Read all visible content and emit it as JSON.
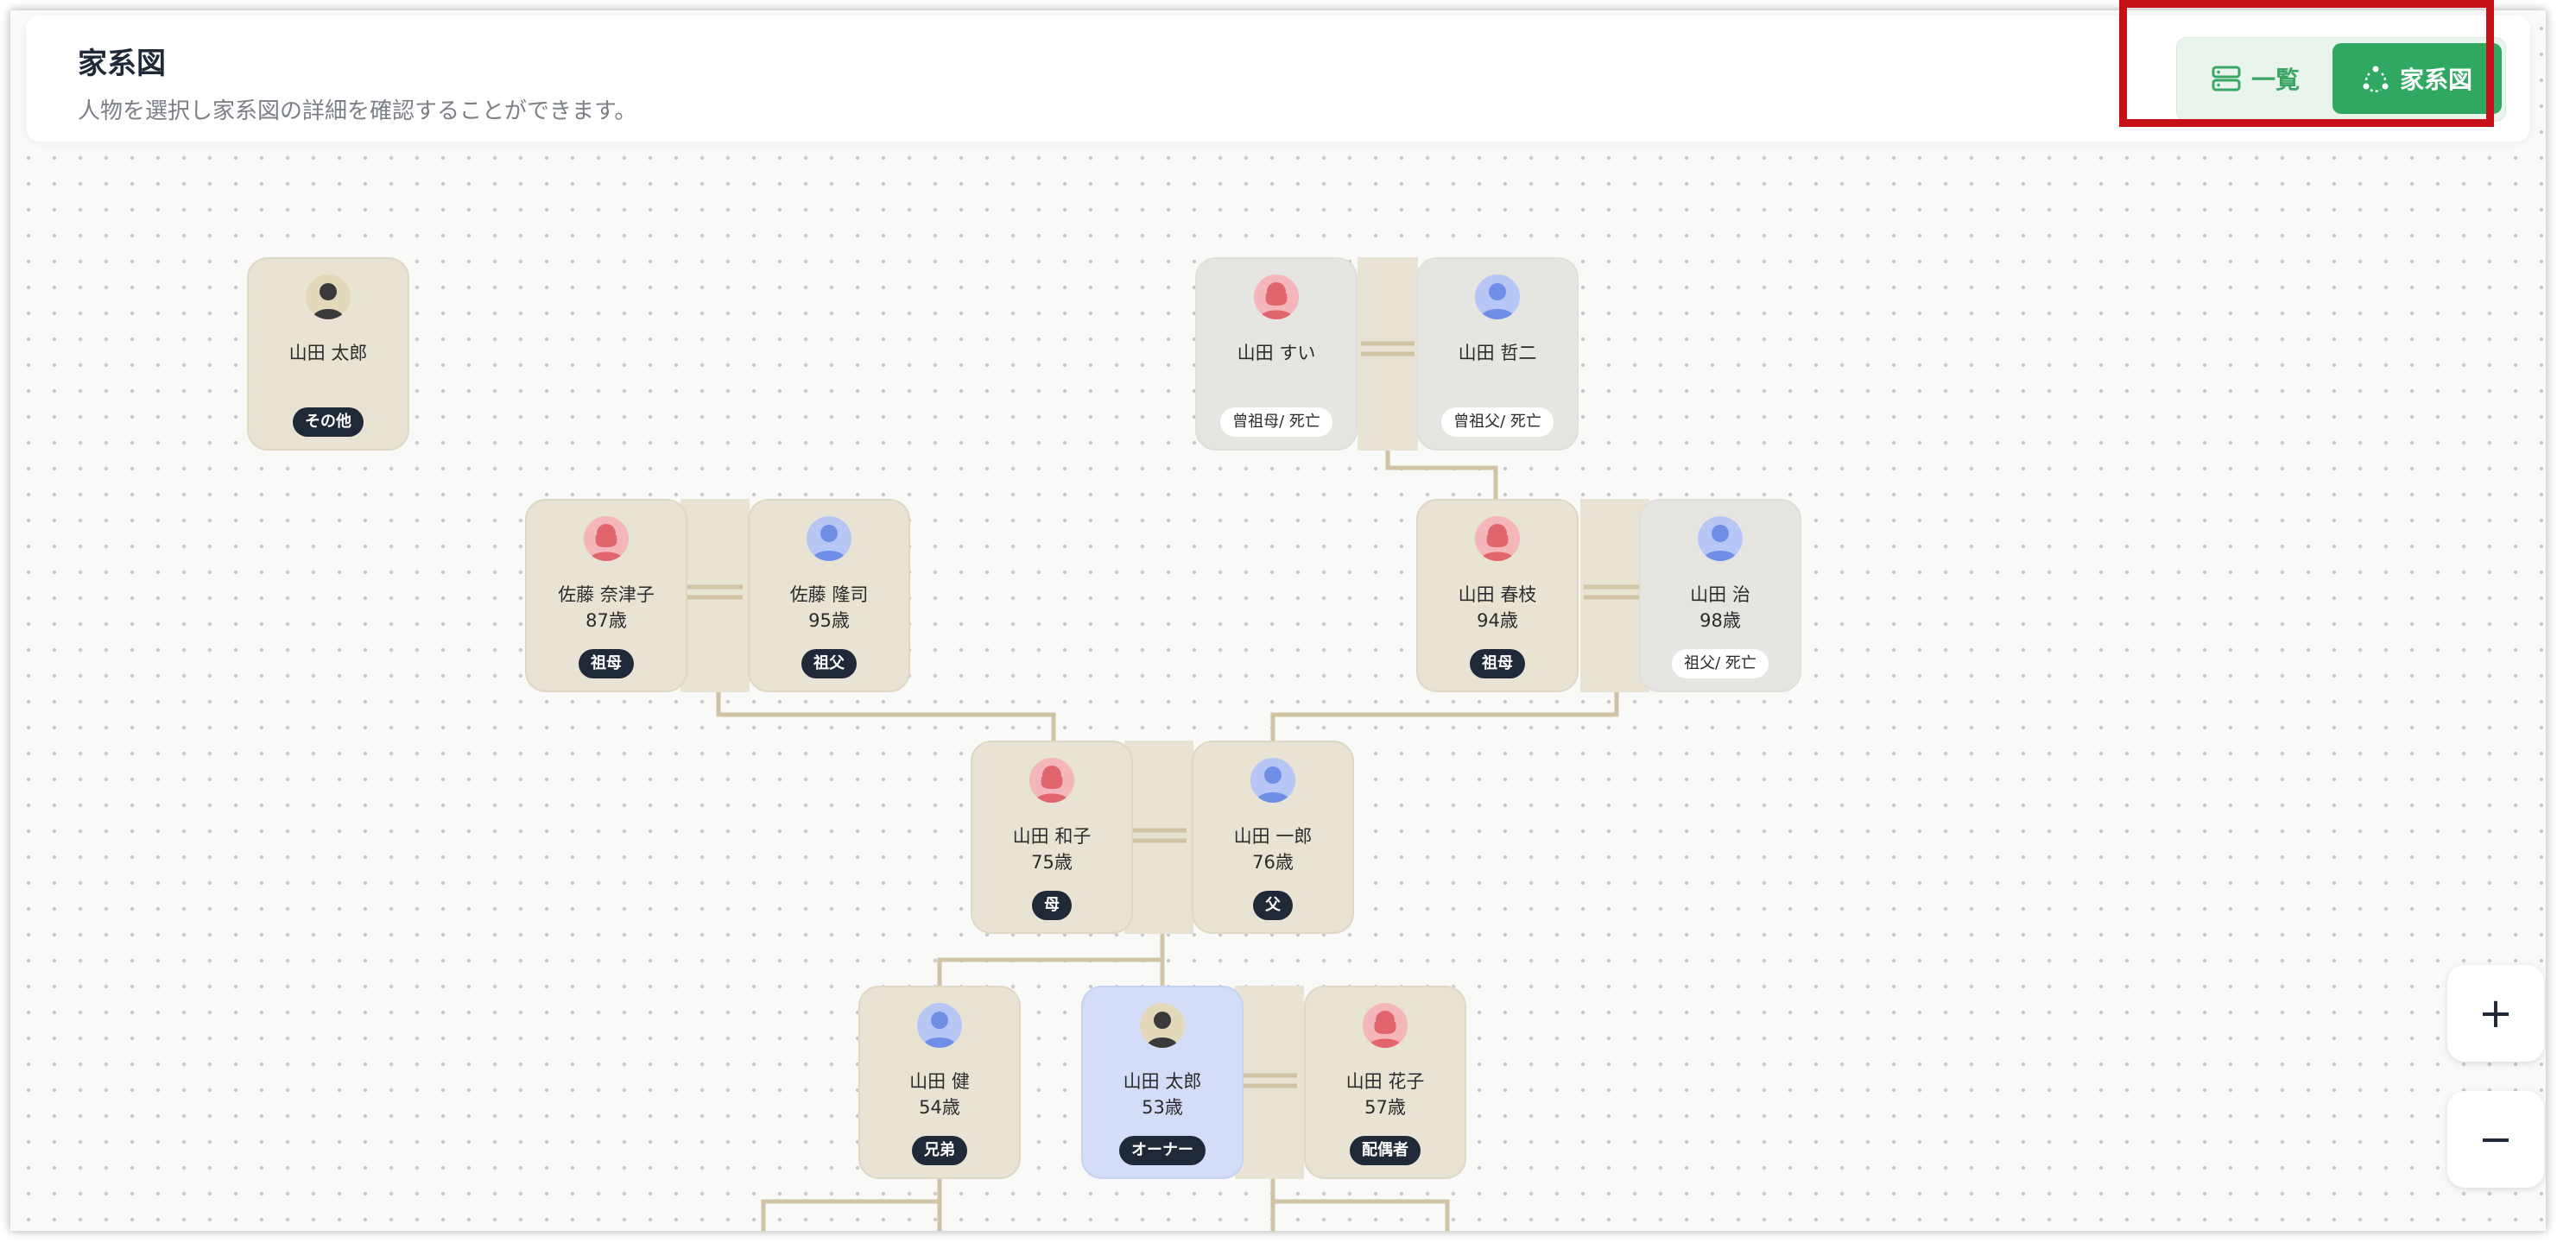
{
  "header": {
    "title": "家系図",
    "subtitle": "人物を選択し家系図の詳細を確認することができます。"
  },
  "view_toggle": {
    "list_label": "一覧",
    "tree_label": "家系図",
    "active": "tree",
    "list_icon": "list-icon",
    "tree_icon": "tree-icon"
  },
  "colors": {
    "accent": "#31a862",
    "highlight": "#c41016",
    "card": "#e8e3d3",
    "card_dead": "#e6e5e2",
    "card_owner": "#d3ddf8",
    "female": "#e0656c",
    "male": "#6f8fe6",
    "badge": "#1f2937",
    "connector": "#d0c4a4"
  },
  "people": {
    "p1": {
      "name": "山田 太郎",
      "age": "",
      "badge": "その他",
      "gender": "neutral",
      "status": "alive"
    },
    "p2": {
      "name": "山田 すい",
      "age": "",
      "badge": "曾祖母/ 死亡",
      "gender": "female",
      "status": "deceased"
    },
    "p3": {
      "name": "山田 哲二",
      "age": "",
      "badge": "曾祖父/ 死亡",
      "gender": "male",
      "status": "deceased"
    },
    "p4": {
      "name": "佐藤 奈津子",
      "age": "87歳",
      "badge": "祖母",
      "gender": "female",
      "status": "alive"
    },
    "p5": {
      "name": "佐藤 隆司",
      "age": "95歳",
      "badge": "祖父",
      "gender": "male",
      "status": "alive"
    },
    "p6": {
      "name": "山田 春枝",
      "age": "94歳",
      "badge": "祖母",
      "gender": "female",
      "status": "alive"
    },
    "p7": {
      "name": "山田 治",
      "age": "98歳",
      "badge": "祖父/ 死亡",
      "gender": "male",
      "status": "deceased"
    },
    "p8": {
      "name": "山田 和子",
      "age": "75歳",
      "badge": "母",
      "gender": "female",
      "status": "alive"
    },
    "p9": {
      "name": "山田 一郎",
      "age": "76歳",
      "badge": "父",
      "gender": "male",
      "status": "alive"
    },
    "p10": {
      "name": "山田 健",
      "age": "54歳",
      "badge": "兄弟",
      "gender": "male",
      "status": "alive"
    },
    "p11": {
      "name": "山田 太郎",
      "age": "53歳",
      "badge": "オーナー",
      "gender": "neutral",
      "status": "owner"
    },
    "p12": {
      "name": "山田 花子",
      "age": "57歳",
      "badge": "配偶者",
      "gender": "female",
      "status": "alive"
    }
  },
  "zoom": {
    "in_label": "+",
    "out_label": "−"
  }
}
